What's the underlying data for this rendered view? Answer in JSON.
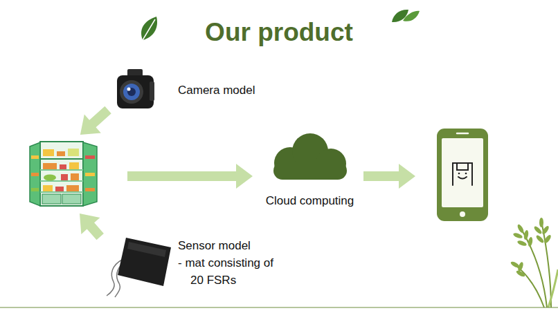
{
  "diagram": {
    "title": "Our product",
    "nodes": [
      {
        "text": [
          "Camera model"
        ]
      },
      {
        "text": []
      },
      {
        "text": [
          "Cloud computing"
        ]
      },
      {
        "text": []
      },
      {
        "text": [
          "Sensor model",
          "- mat consisting of 20 FSRs"
        ]
      }
    ],
    "edges": [
      {
        "from": 0,
        "to": 1,
        "arrow": "to"
      },
      {
        "from": 1,
        "to": 2,
        "arrow": "to"
      },
      {
        "from": 2,
        "to": 3,
        "arrow": "to"
      },
      {
        "from": 4,
        "to": 1,
        "arrow": "to"
      }
    ]
  }
}
